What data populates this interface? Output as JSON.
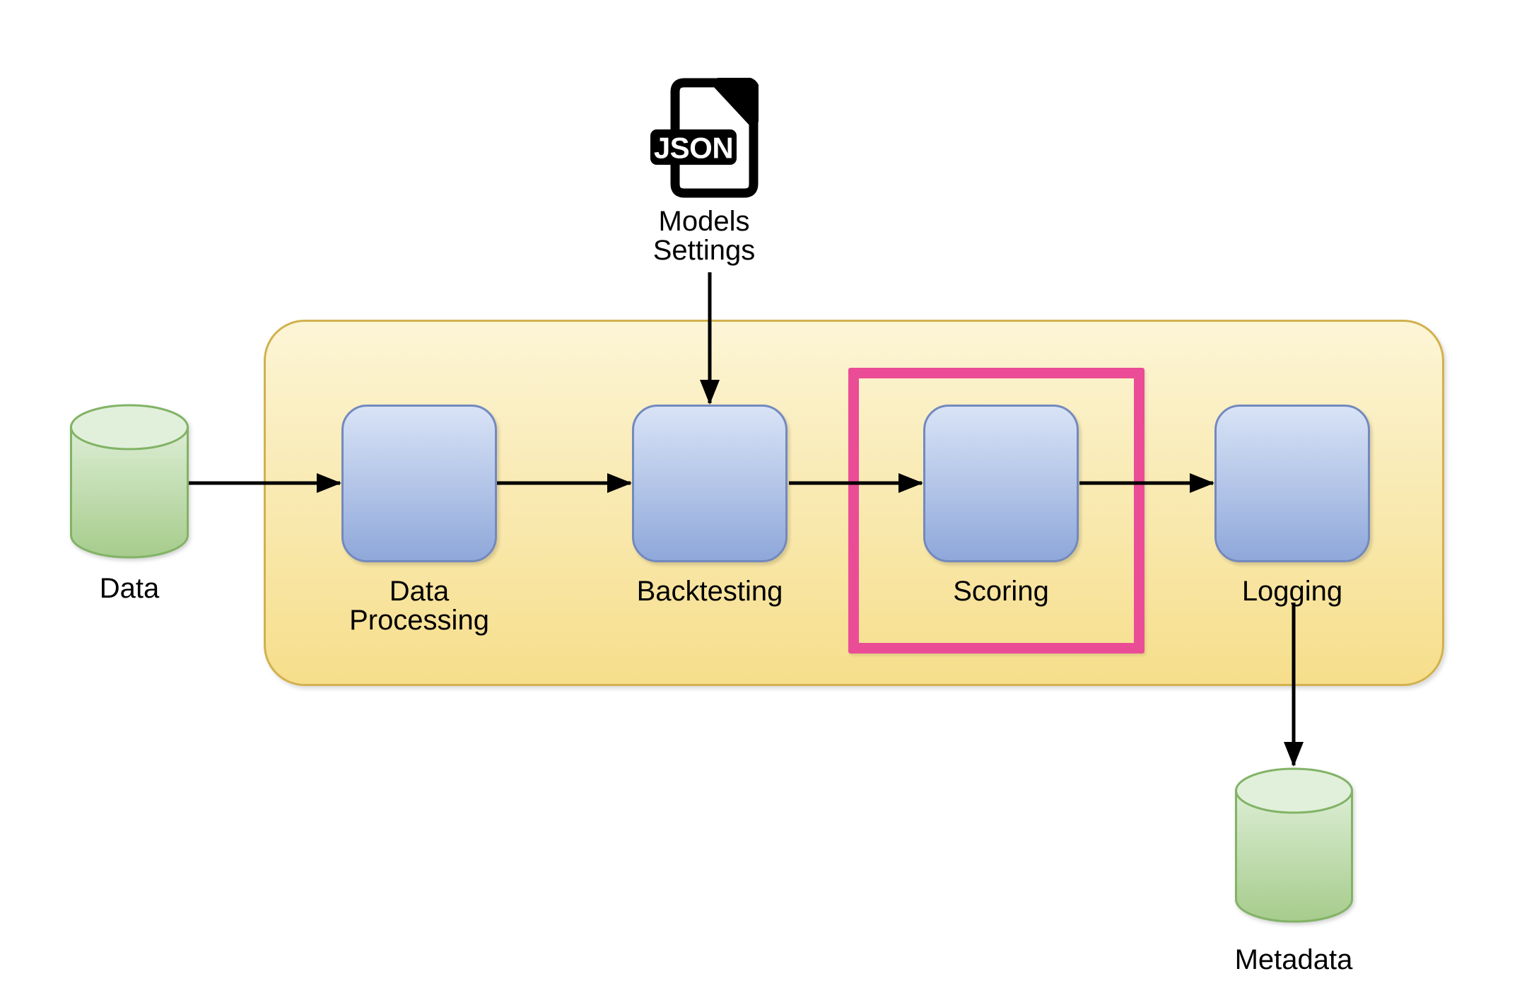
{
  "diagram": {
    "type": "pipeline-flowchart",
    "description": "Data pipeline with Scoring stage highlighted"
  },
  "labels": {
    "data_store": "Data",
    "data_processing": [
      "Data",
      "Processing"
    ],
    "backtesting": "Backtesting",
    "scoring": "Scoring",
    "logging": "Logging",
    "metadata_store": "Metadata",
    "models_settings": [
      "Models",
      "Settings"
    ],
    "json_badge": "JSON"
  },
  "edges": [
    {
      "from": "Data",
      "to": "Data Processing"
    },
    {
      "from": "Data Processing",
      "to": "Backtesting"
    },
    {
      "from": "Models Settings (JSON file)",
      "to": "Backtesting"
    },
    {
      "from": "Backtesting",
      "to": "Scoring"
    },
    {
      "from": "Scoring",
      "to": "Logging"
    },
    {
      "from": "Logging",
      "to": "Metadata"
    }
  ],
  "highlight": {
    "target": "Scoring",
    "shape": "rectangle-outline"
  },
  "colors": {
    "container_top": "#FCF5D6",
    "container_bottom": "#F6DE8B",
    "container_border": "#D2B14D",
    "node_top": "#D9E3F6",
    "node_bottom": "#8FA8DA",
    "node_border": "#7389BE",
    "cylinder_top": "#DCEDD4",
    "cylinder_bottom": "#A6CC8C",
    "cylinder_ellipse": "#E1F0DB",
    "cylinder_border": "#82B366",
    "highlight": "#EA4D96",
    "arrow": "#000000",
    "text": "#000000",
    "icon": "#000000"
  }
}
